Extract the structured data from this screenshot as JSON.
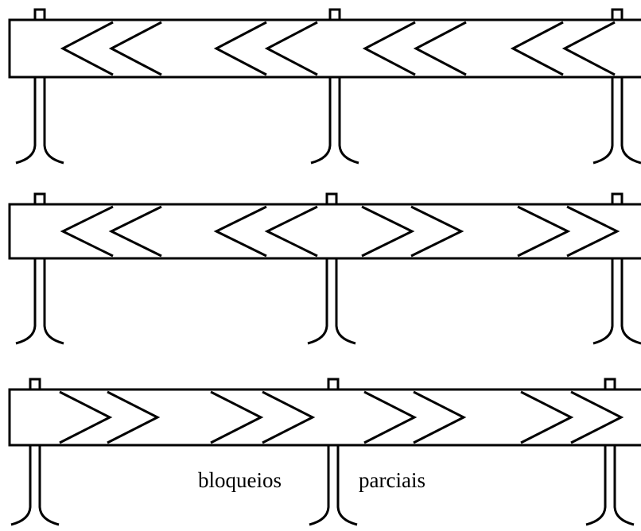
{
  "caption": {
    "left": "bloqueios",
    "right": "parciais"
  },
  "colors": {
    "stroke": "#000000",
    "background": "#ffffff"
  },
  "barriers": [
    {
      "name": "barrier-left-arrows",
      "chevrons": [
        "left",
        "left",
        "left",
        "left",
        "left",
        "left",
        "left",
        "left"
      ]
    },
    {
      "name": "barrier-mixed-arrows",
      "chevrons": [
        "left",
        "left",
        "left",
        "left",
        "right",
        "right",
        "right",
        "right"
      ]
    },
    {
      "name": "barrier-right-arrows",
      "chevrons": [
        "right",
        "right",
        "right",
        "right",
        "right",
        "right",
        "right",
        "right"
      ]
    }
  ]
}
